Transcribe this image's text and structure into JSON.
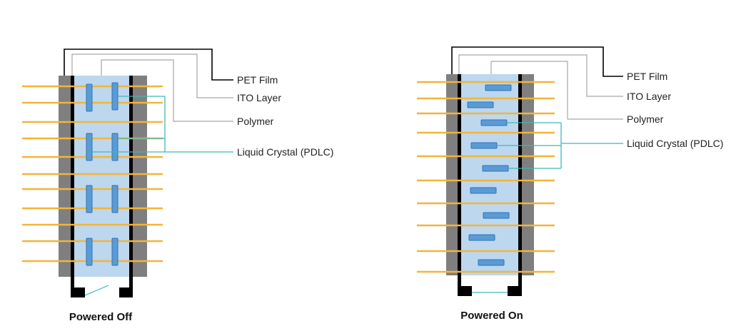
{
  "panels": [
    {
      "caption": "Powered Off",
      "labels": {
        "pet_film": "PET Film",
        "ito_layer": "ITO Layer",
        "polymer": "Polymer",
        "liquid_crystal": "Liquid Crystal (PDLC)"
      },
      "crystal_orientation": "vertical",
      "circuit_state": "open"
    },
    {
      "caption": "Powered On",
      "labels": {
        "pet_film": "PET Film",
        "ito_layer": "ITO Layer",
        "polymer": "Polymer",
        "liquid_crystal": "Liquid Crystal (PDLC)"
      },
      "crystal_orientation": "horizontal",
      "circuit_state": "closed"
    }
  ],
  "colors": {
    "light_ray": "#F2B53A",
    "pet_film": "#7F7F7F",
    "ito_layer": "#000000",
    "polymer": "#BDD7EE",
    "liquid_crystal": "#5B9BD5",
    "liquid_crystal_outline": "#2E75B6",
    "leader_pet": "#000000",
    "leader_ito": "#A6A6A6",
    "leader_polymer": "#A6A6A6",
    "leader_crystal": "#3FB8B8",
    "wire": "#3FB8B8"
  }
}
